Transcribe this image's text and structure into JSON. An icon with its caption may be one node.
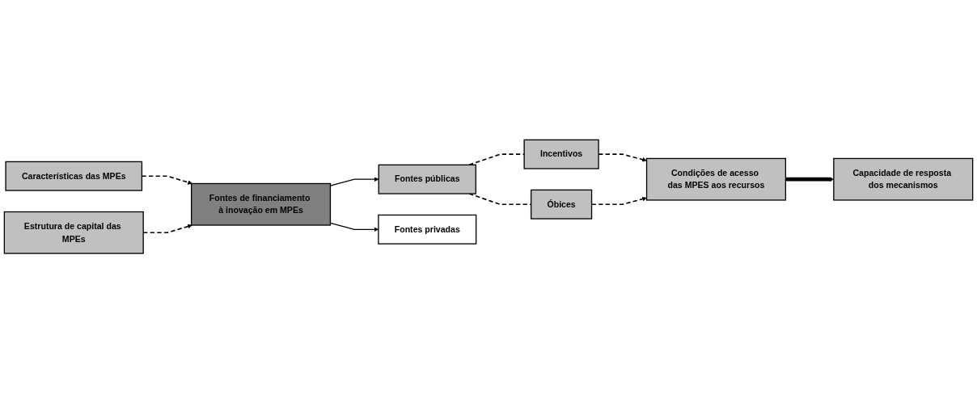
{
  "diagram": {
    "nodes": [
      {
        "text": [
          "Características das MPEs"
        ]
      },
      {
        "text": [
          "Estrutura de capital das MPEs"
        ]
      },
      {
        "text": [
          "Fontes de financiamento à inovação em MPEs"
        ]
      },
      {
        "text": [
          "Fontes públicas"
        ]
      },
      {
        "text": [
          "Incentivos"
        ]
      },
      {
        "text": [
          "Condições de acesso das MPES aos recursos"
        ]
      },
      {
        "text": [
          "Óbices"
        ]
      },
      {
        "text": [
          "Fontes privadas"
        ]
      },
      {
        "text": [
          "Capacidade de resposta dos mecanismos"
        ]
      }
    ],
    "edges": [
      {
        "from": 0,
        "to": 2,
        "arrow": "to",
        "style": "dashed"
      },
      {
        "from": 1,
        "to": 2,
        "arrow": "to",
        "style": "dashed"
      },
      {
        "from": 2,
        "to": 3,
        "arrow": "to"
      },
      {
        "from": 2,
        "to": 7,
        "arrow": "to"
      },
      {
        "from": 3,
        "to": 4,
        "arrow": "none",
        "style": "dashed"
      },
      {
        "from": 4,
        "to": 5,
        "arrow": "to",
        "style": "dashed"
      },
      {
        "from": 3,
        "to": 6,
        "arrow": "none",
        "style": "dashed"
      },
      {
        "from": 6,
        "to": 5,
        "arrow": "to",
        "style": "dashed"
      },
      {
        "from": 5,
        "to": 8,
        "arrow": "to",
        "style": "thick"
      }
    ]
  }
}
